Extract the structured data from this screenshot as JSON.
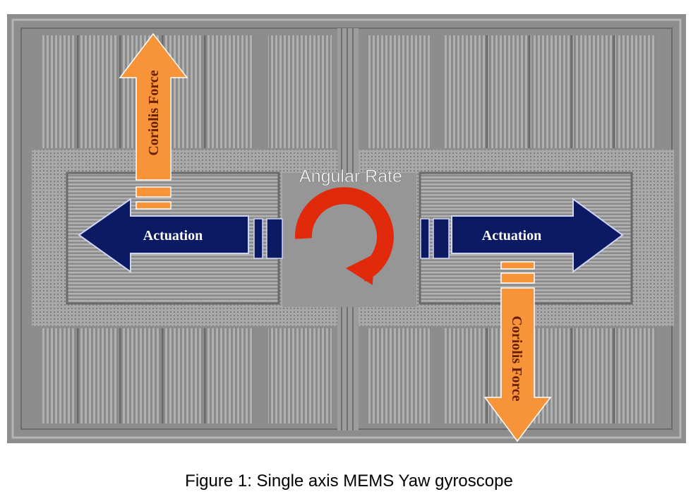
{
  "figure": {
    "caption": "Figure 1: Single axis MEMS Yaw gyroscope",
    "labels": {
      "angular_rate": "Angular Rate",
      "actuation_left": "Actuation",
      "actuation_right": "Actuation",
      "coriolis_top": "Coriolis Force",
      "coriolis_bottom": "Coriolis Force"
    },
    "colors": {
      "orange": "#f7943a",
      "navy": "#0c1a63",
      "red": "#e02a0b",
      "die": "#8d8d8d"
    }
  }
}
